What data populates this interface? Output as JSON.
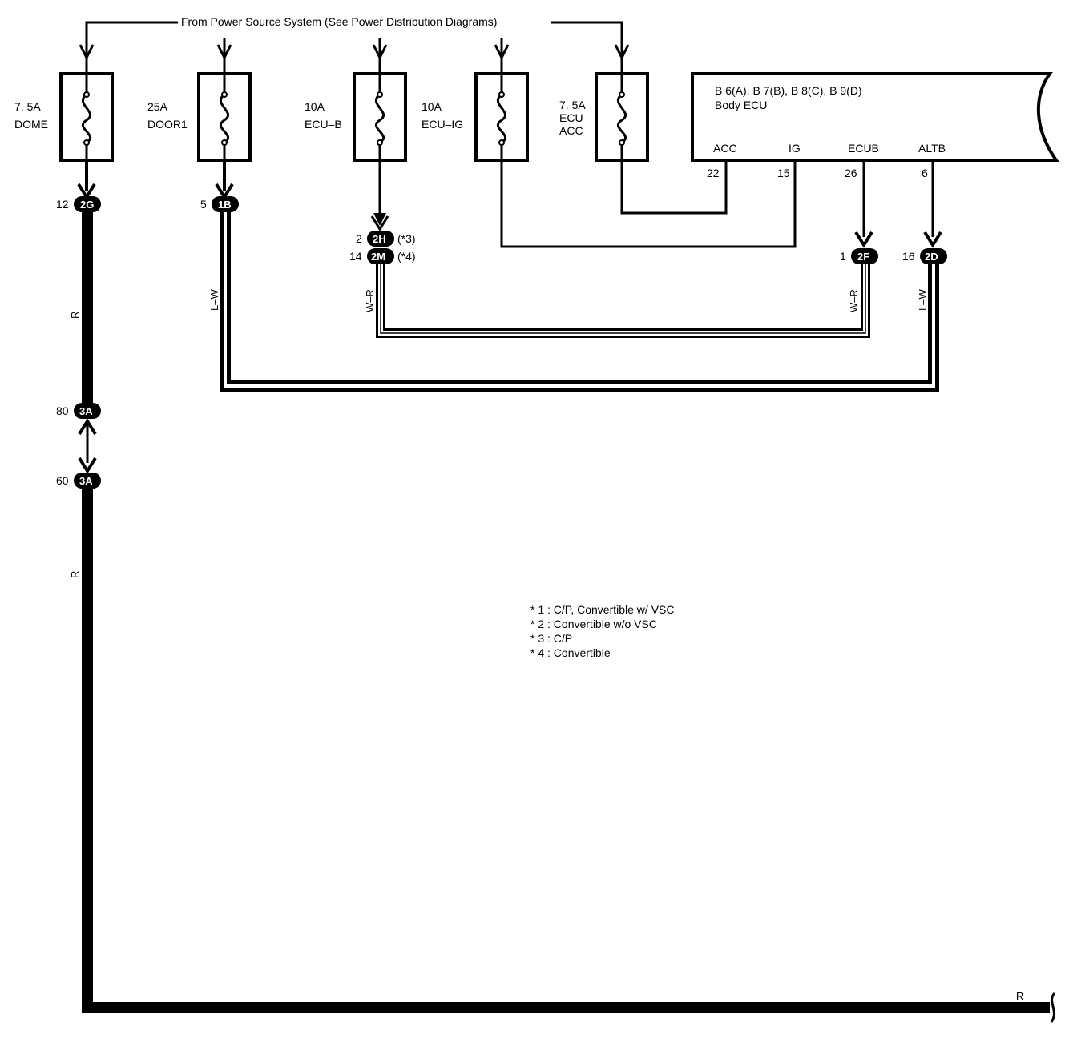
{
  "header": {
    "power_source": "From Power Source System  (See Power Distribution Diagrams)"
  },
  "fuses": [
    {
      "rating": "7. 5A",
      "name": "DOME"
    },
    {
      "rating": "25A",
      "name": "DOOR1"
    },
    {
      "rating": "10A",
      "name": "ECU–B"
    },
    {
      "rating": "10A",
      "name": "ECU–IG"
    },
    {
      "rating": "7. 5A",
      "name": "ECU",
      "name2": "ACC"
    }
  ],
  "ecu": {
    "connectors": "B 6(A), B 7(B), B 8(C), B 9(D)",
    "name": "Body ECU",
    "terminals": [
      {
        "label": "ACC",
        "pin": "22"
      },
      {
        "label": "IG",
        "pin": "15"
      },
      {
        "label": "ECUB",
        "pin": "26"
      },
      {
        "label": "ALTB",
        "pin": "6"
      }
    ]
  },
  "connectors": {
    "c2G": {
      "id": "2G",
      "pin": "12"
    },
    "c1B": {
      "id": "1B",
      "pin": "5"
    },
    "c2H": {
      "id": "2H",
      "pin": "2",
      "note": "(*3)"
    },
    "c2M": {
      "id": "2M",
      "pin": "14",
      "note": "(*4)"
    },
    "c2F": {
      "id": "2F",
      "pin": "1"
    },
    "c2D": {
      "id": "2D",
      "pin": "16"
    },
    "c3A_top": {
      "id": "3A",
      "pin": "80"
    },
    "c3A_bot": {
      "id": "3A",
      "pin": "60"
    }
  },
  "wire_colors": {
    "r1": "R",
    "r2": "R",
    "r3": "R",
    "lw1": "L–W",
    "lw2": "L–W",
    "wr1": "W–R",
    "wr2": "W–R"
  },
  "notes": [
    "*  1 : C/P,   Convertible w/ VSC",
    "*  2 : Convertible w/o VSC",
    "*  3 : C/P",
    "*  4 : Convertible"
  ]
}
